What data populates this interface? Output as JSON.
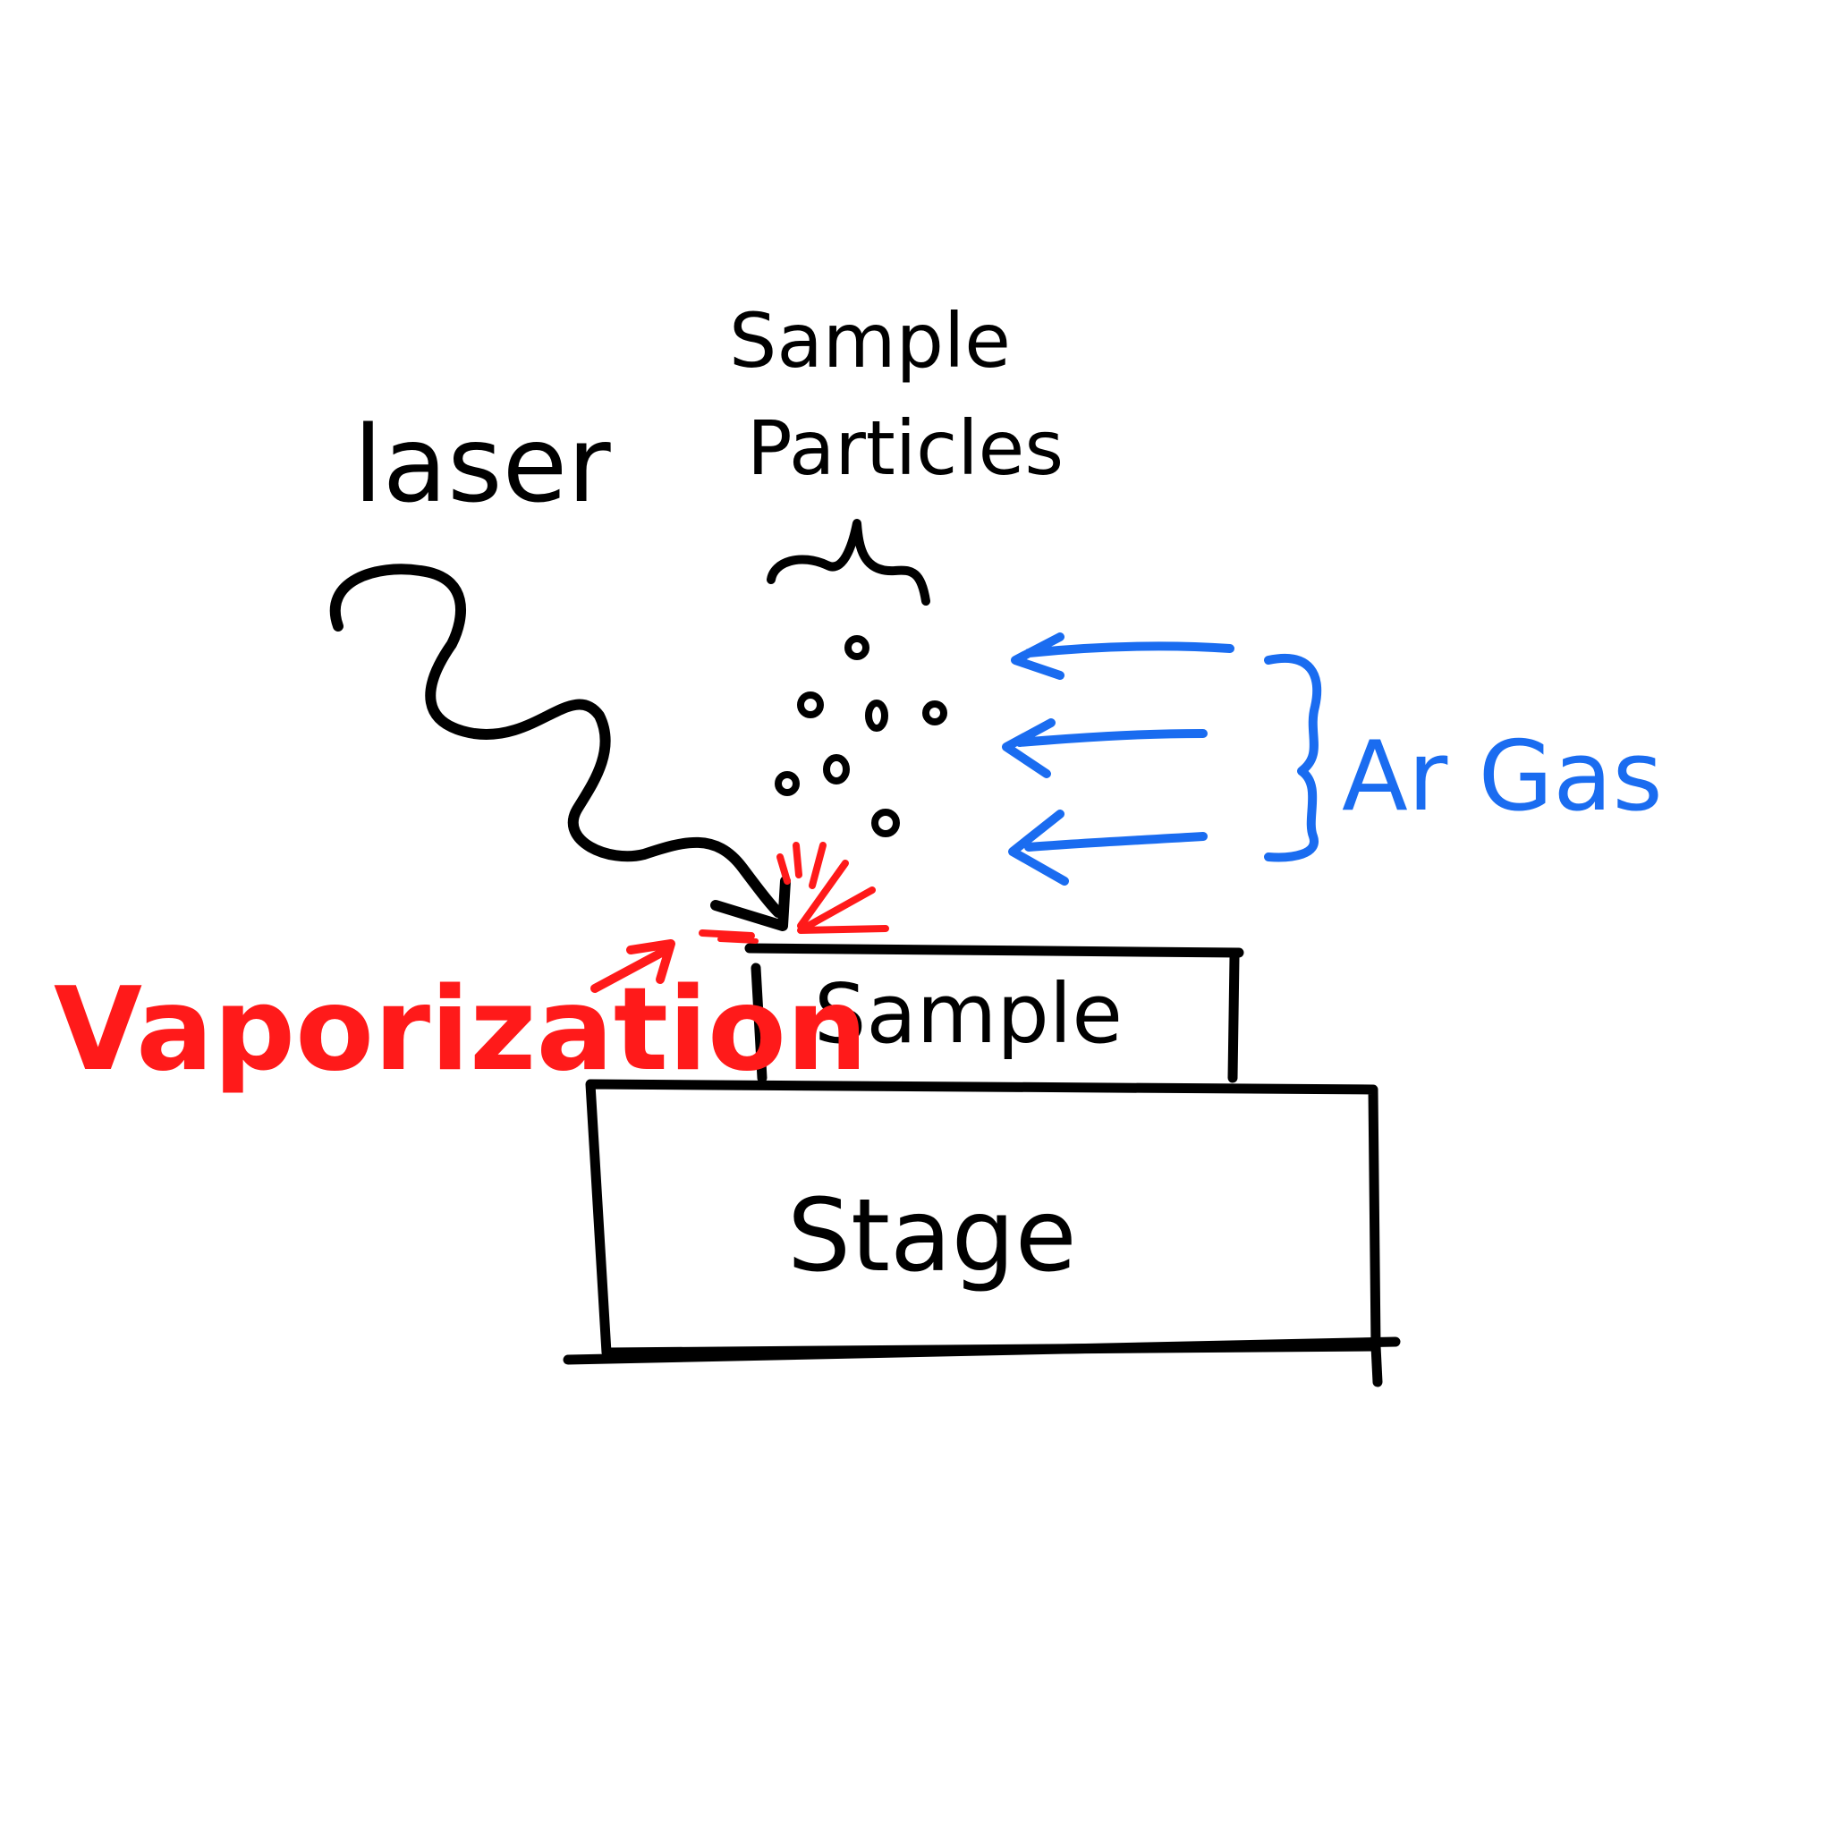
{
  "labels": {
    "laser": "laser",
    "sample_particles_line1": "Sample",
    "sample_particles_line2": "Particles",
    "ar_gas": "Ar Gas",
    "vaporization": "Vaporization",
    "sample": "Sample",
    "stage": "Stage"
  },
  "colors": {
    "ink": "#000000",
    "vaporization": "#ff1a1a",
    "gas": "#1a6cf0"
  }
}
